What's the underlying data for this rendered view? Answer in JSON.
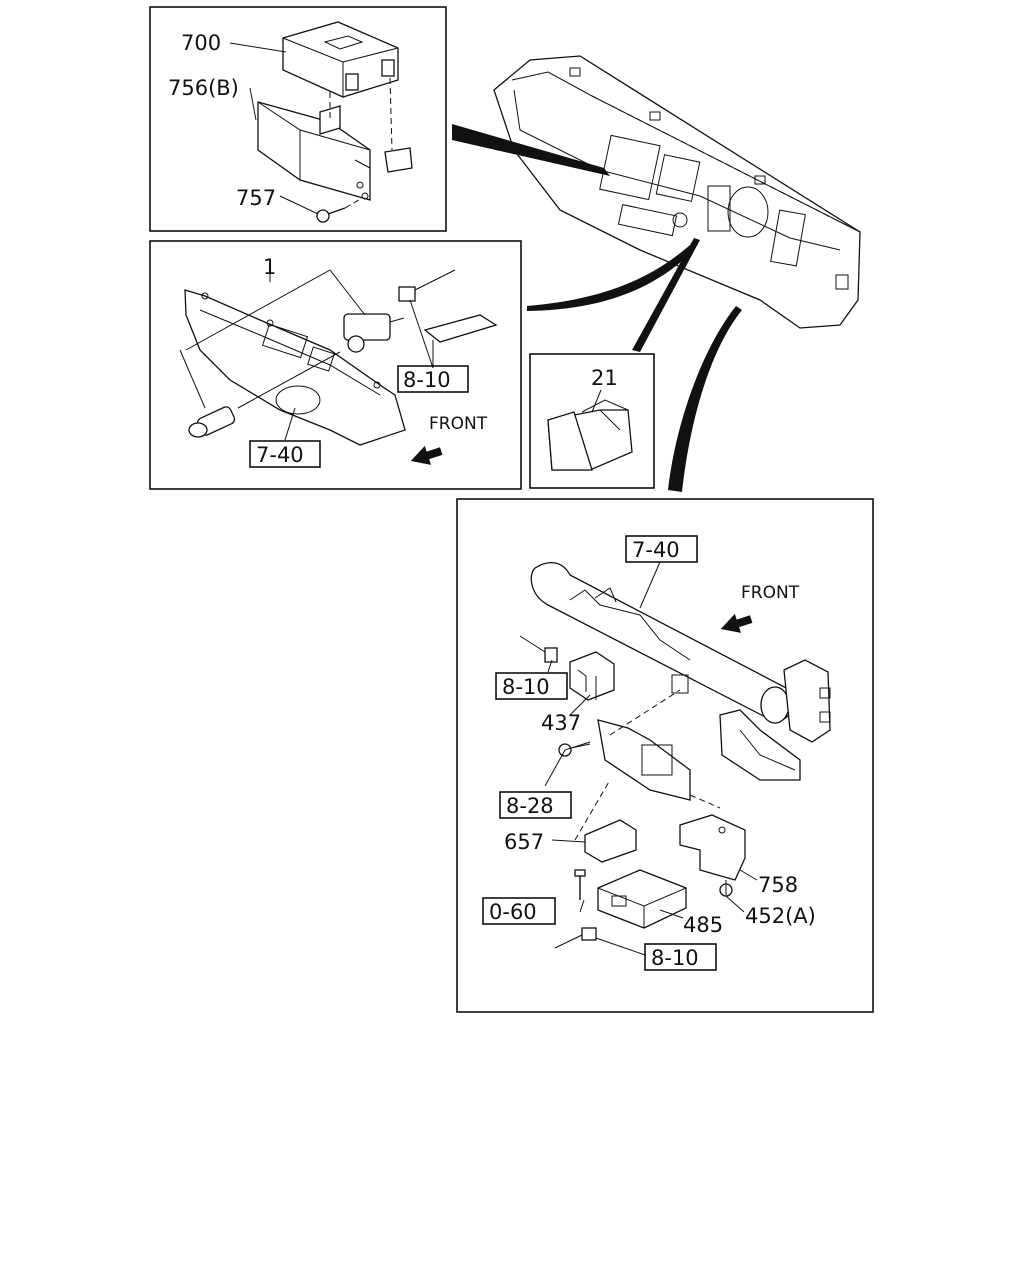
{
  "labels": {
    "p700": "700",
    "p756b": "756(B)",
    "p757": "757",
    "p1": "1",
    "ref_8_10_a": "8-10",
    "ref_7_40_a": "7-40",
    "front_a": "FRONT",
    "p21": "21",
    "ref_7_40_b": "7-40",
    "front_b": "FRONT",
    "ref_8_10_b": "8-10",
    "p437": "437",
    "ref_8_28": "8-28",
    "p657": "657",
    "ref_0_60": "0-60",
    "p758": "758",
    "p452a": "452(A)",
    "p485": "485",
    "ref_8_10_c": "8-10"
  }
}
